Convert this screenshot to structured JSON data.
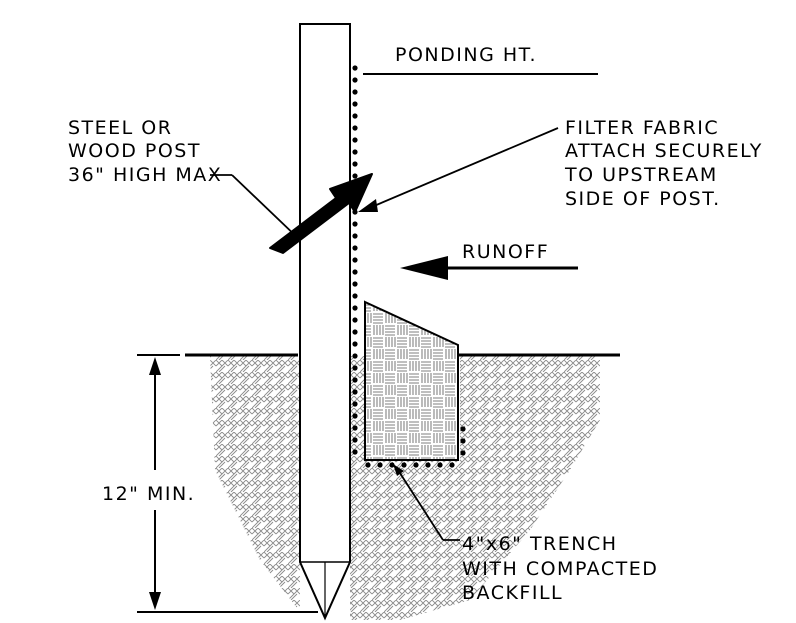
{
  "labels": {
    "ponding": "PONDING HT.",
    "post": [
      "STEEL OR",
      "WOOD POST",
      "36\" HIGH MAX"
    ],
    "fabric": [
      "FILTER FABRIC",
      "ATTACH SECURELY",
      "TO UPSTREAM",
      "SIDE OF POST."
    ],
    "runoff": "RUNOFF",
    "depth": "12\" MIN.",
    "trench": [
      "4\"x6\" TRENCH",
      "WITH COMPACTED",
      "BACKFILL"
    ]
  },
  "colors": {
    "ink": "#000000",
    "soil_hatch": "#8a8a8a",
    "background": "#ffffff"
  }
}
